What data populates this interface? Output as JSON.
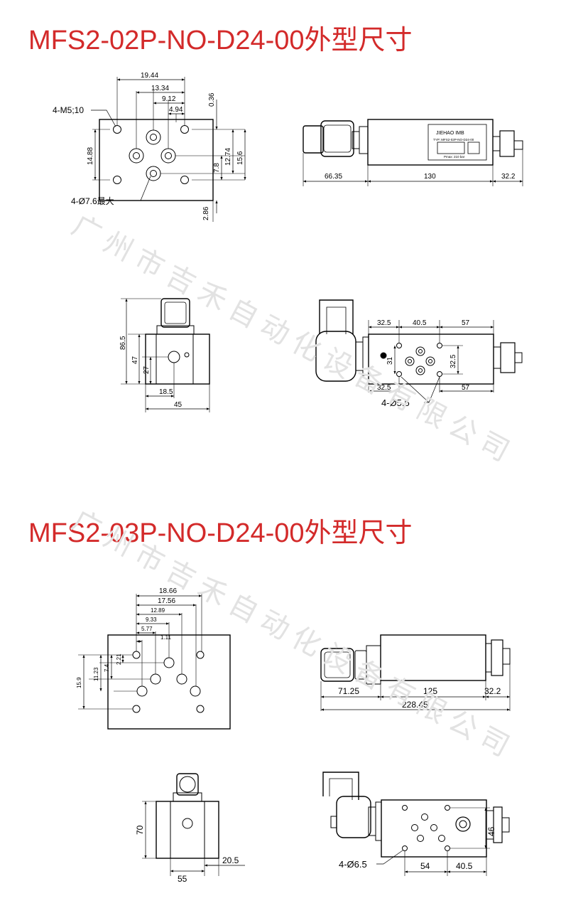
{
  "titles": {
    "title1": "MFS2-02P-NO-D24-00外型尺寸",
    "title2": "MFS2-03P-NO-D24-00外型尺寸"
  },
  "watermark": "广州市吉禾自动化设备有限公司",
  "diagram1": {
    "port_view": {
      "dims": [
        "19.44",
        "13.34",
        "9.12",
        "4.94",
        "0.36",
        "14.88",
        "12.74",
        "15.6",
        "7.8",
        "2.86"
      ],
      "labels": {
        "thread": "4-M5;10",
        "hole": "4-Ø7.6最大"
      }
    },
    "side_view": {
      "dims": [
        "66.35",
        "130",
        "32.2"
      ],
      "nameplate": {
        "brand": "JIEHAO IMB",
        "type": "TYP: MFS2-02P-NO-D24-00",
        "pmax": "Pmax: 210 bar"
      }
    },
    "end_view": {
      "dims": [
        "86.5",
        "47",
        "27",
        "18.5",
        "45"
      ]
    },
    "top_view": {
      "dims": [
        "32.5",
        "40.5",
        "57",
        "31",
        "32.5",
        "32.5",
        "57"
      ],
      "labels": {
        "hole": "4-Ø5.5"
      }
    }
  },
  "diagram2": {
    "port_view": {
      "dims": [
        "18.66",
        "17.56",
        "12.89",
        "9.33",
        "5.77",
        "1.11",
        "2.21",
        "7.4",
        "11.23",
        "15.9"
      ]
    },
    "side_view": {
      "dims": [
        "71.25",
        "125",
        "32.2",
        "228.45"
      ]
    },
    "end_view": {
      "dims": [
        "70",
        "55",
        "20.5"
      ]
    },
    "top_view": {
      "dims": [
        "54",
        "40.5",
        "46"
      ],
      "labels": {
        "hole": "4-Ø6.5"
      }
    }
  },
  "colors": {
    "title": "#d32a2a",
    "line": "#000000",
    "watermark": "#e2e2e2"
  }
}
